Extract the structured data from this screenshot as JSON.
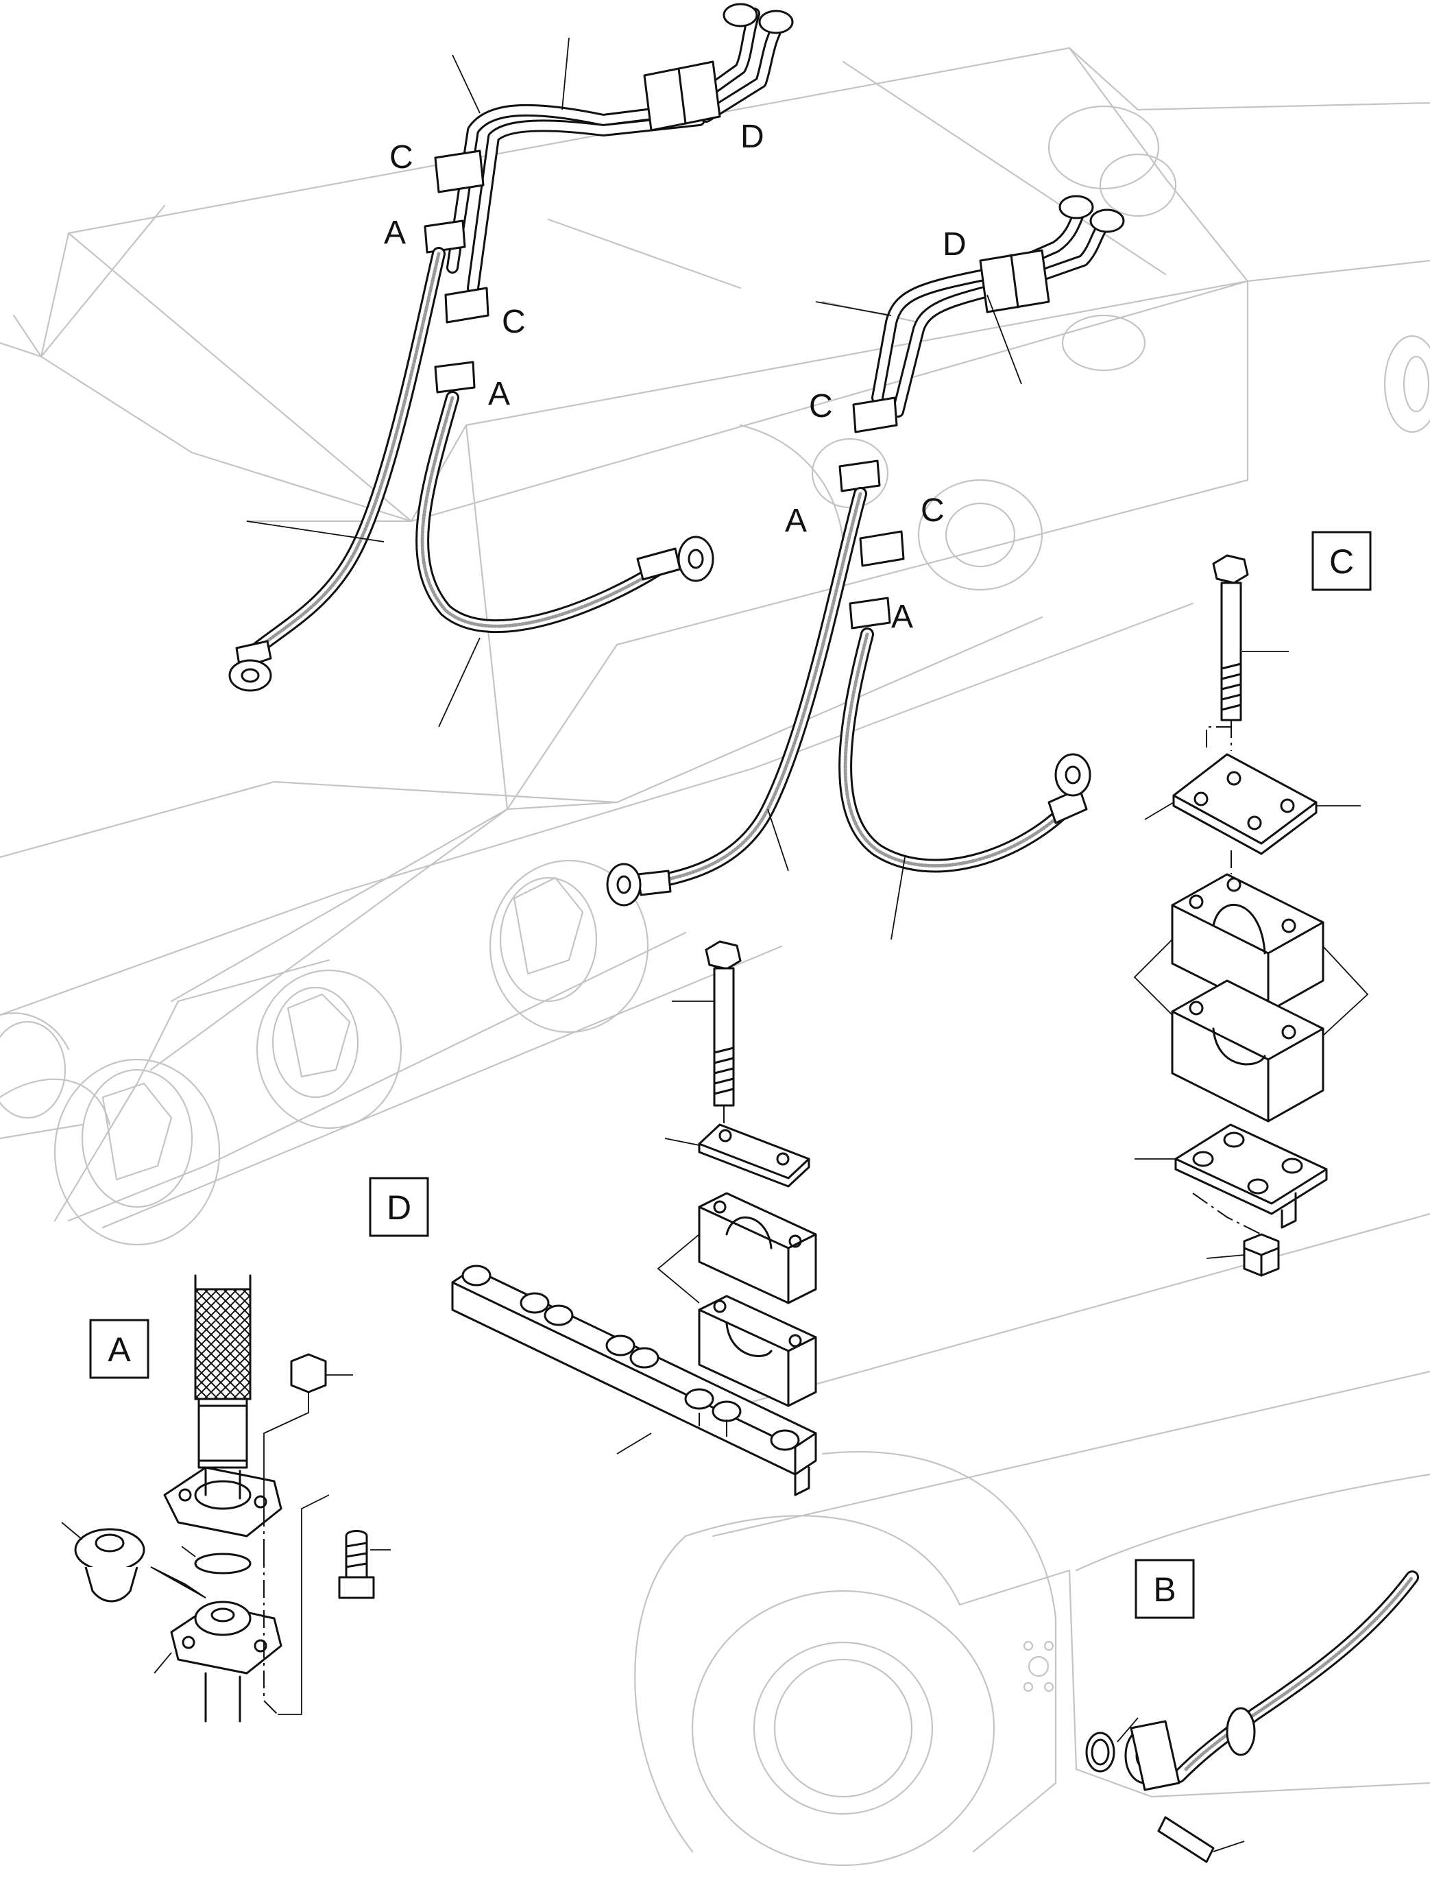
{
  "callouts": {
    "a1": "A",
    "a2": "A",
    "a3": "A",
    "a4": "A",
    "c1": "C",
    "c2": "C",
    "c3": "C",
    "c4": "C",
    "d1": "D",
    "d2": "D"
  },
  "detail_boxes": {
    "a": "A",
    "b": "B",
    "c": "C",
    "d": "D"
  }
}
